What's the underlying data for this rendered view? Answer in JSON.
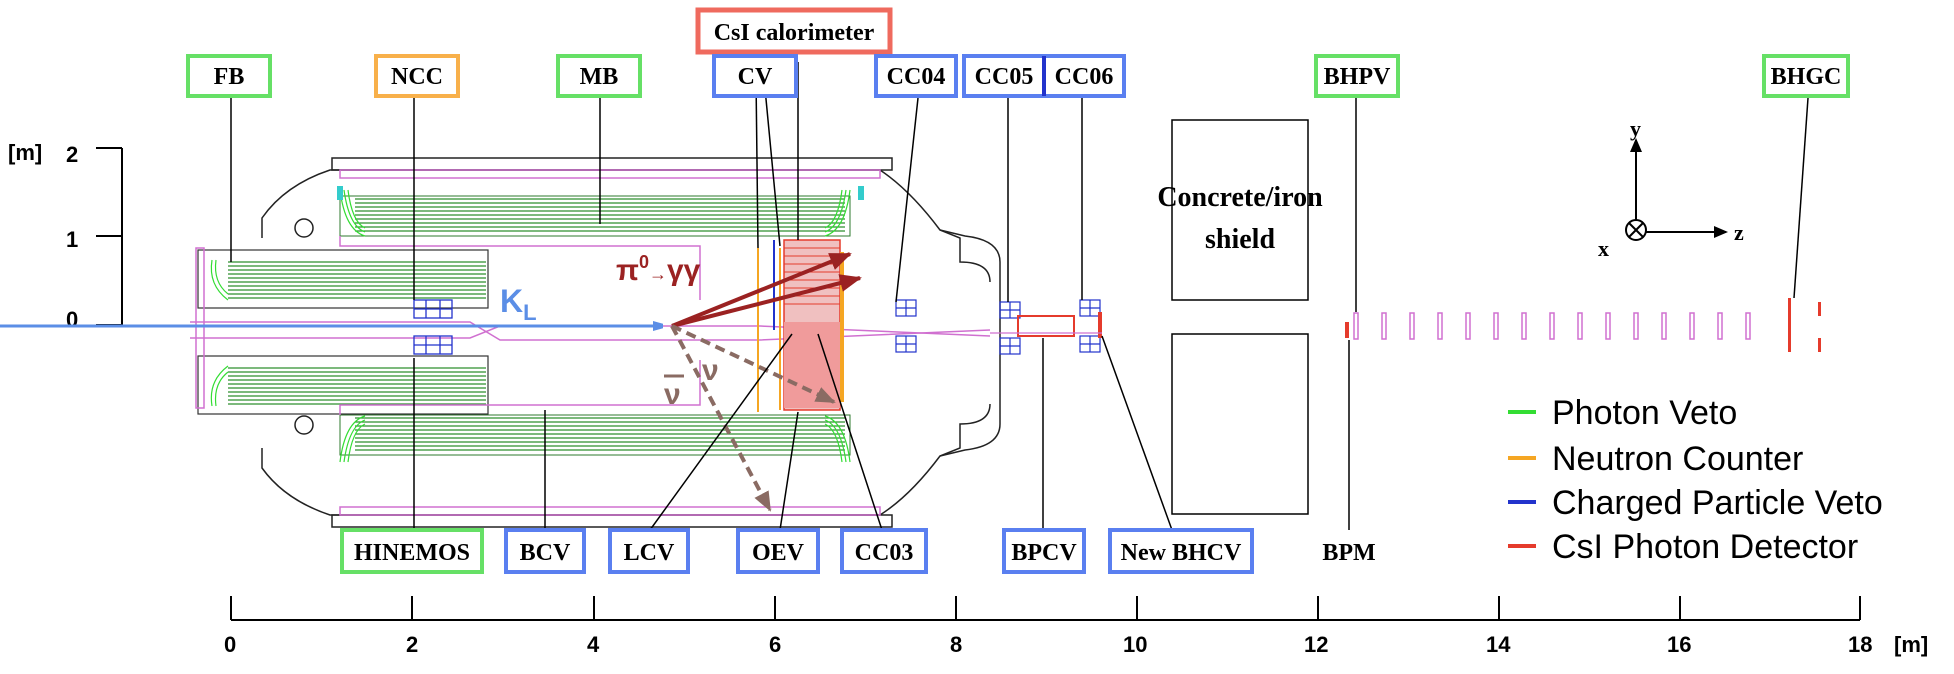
{
  "colors": {
    "photon_veto": "#33dd33",
    "neutron_counter": "#f5a623",
    "charged_particle_veto": "#2233cc",
    "csi_photon_detector": "#e53b2c",
    "box_green": "#66e066",
    "box_blue": "#5a7ff0",
    "box_orange": "#f8b04a",
    "box_red": "#ef6a5e",
    "beam": "#5b8ee6",
    "decay_arrow": "#9b2222",
    "neutrino_arrow": "#8a6b63",
    "vessel_outline": "#d070d0"
  },
  "labels": {
    "fb": "FB",
    "ncc": "NCC",
    "mb": "MB",
    "csi_calorimeter": "CsI calorimeter",
    "cv": "CV",
    "cc04": "CC04",
    "cc05": "CC05",
    "cc06": "CC06",
    "bhpv": "BHPV",
    "bhgc": "BHGC",
    "hinemos": "HINEMOS",
    "bcv": "BCV",
    "lcv": "LCV",
    "oev": "OEV",
    "cc03": "CC03",
    "bpcv": "BPCV",
    "new_bhcv": "New BHCV",
    "bpm": "BPM",
    "shield_line1": "Concrete/iron",
    "shield_line2": "shield"
  },
  "physics": {
    "kl_main": "K",
    "kl_sub": "L",
    "pi_main": "π",
    "pi_sup": "0",
    "pi_arrow": "→",
    "gammas": "γγ",
    "nu": "ν",
    "nubar": "ν"
  },
  "coords": {
    "y": "y",
    "x": "x",
    "z": "z"
  },
  "y_axis": {
    "unit": "[m]",
    "ticks": [
      "2",
      "1",
      "0"
    ]
  },
  "x_axis": {
    "unit": "[m]",
    "ticks": [
      "0",
      "2",
      "4",
      "6",
      "8",
      "10",
      "12",
      "14",
      "16",
      "18"
    ]
  },
  "legend": [
    {
      "label": "Photon Veto",
      "color": "#33dd33"
    },
    {
      "label": "Neutron Counter",
      "color": "#f5a623"
    },
    {
      "label": "Charged Particle Veto",
      "color": "#2233cc"
    },
    {
      "label": "CsI Photon Detector",
      "color": "#e53b2c"
    }
  ]
}
